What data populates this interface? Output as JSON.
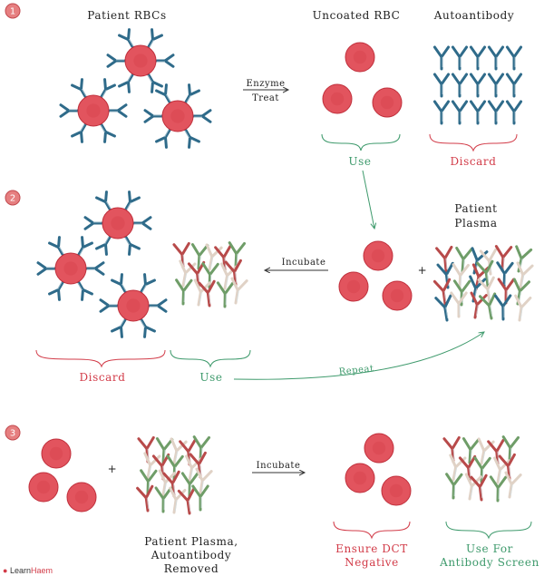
{
  "colors": {
    "rbc_fill": "#e2545e",
    "rbc_stroke": "#c0303c",
    "antibody_blue": "#2f6b8a",
    "antibody_red": "#b84a4a",
    "antibody_green": "#6f9d68",
    "accent_red": "#d23b48",
    "accent_green": "#3e9a6c",
    "step_badge": "#e67f80"
  },
  "steps": [
    {
      "number": "1"
    },
    {
      "number": "2"
    },
    {
      "number": "3"
    }
  ],
  "step1": {
    "patient_rbcs": "Patient RBCs",
    "uncoated_rbc": "Uncoated RBC",
    "autoantibody": "Autoantibody",
    "enzyme_line1": "Enzyme",
    "enzyme_line2": "Treat",
    "use": "Use",
    "discard": "Discard"
  },
  "step2": {
    "patient_plasma_line1": "Patient",
    "patient_plasma_line2": "Plasma",
    "incubate": "Incubate",
    "plus": "+",
    "discard": "Discard",
    "use": "Use",
    "repeat": "Repeat"
  },
  "step3": {
    "plus": "+",
    "incubate": "Incubate",
    "plasma_line1": "Patient Plasma,",
    "plasma_line2": "Autoantibody",
    "plasma_line3": "Removed",
    "ensure_line1": "Ensure DCT",
    "ensure_line2": "Negative",
    "use_line1": "Use For",
    "use_line2": "Antibody Screen"
  },
  "logo": {
    "prefix": "Learn",
    "suffix": "Haem"
  }
}
